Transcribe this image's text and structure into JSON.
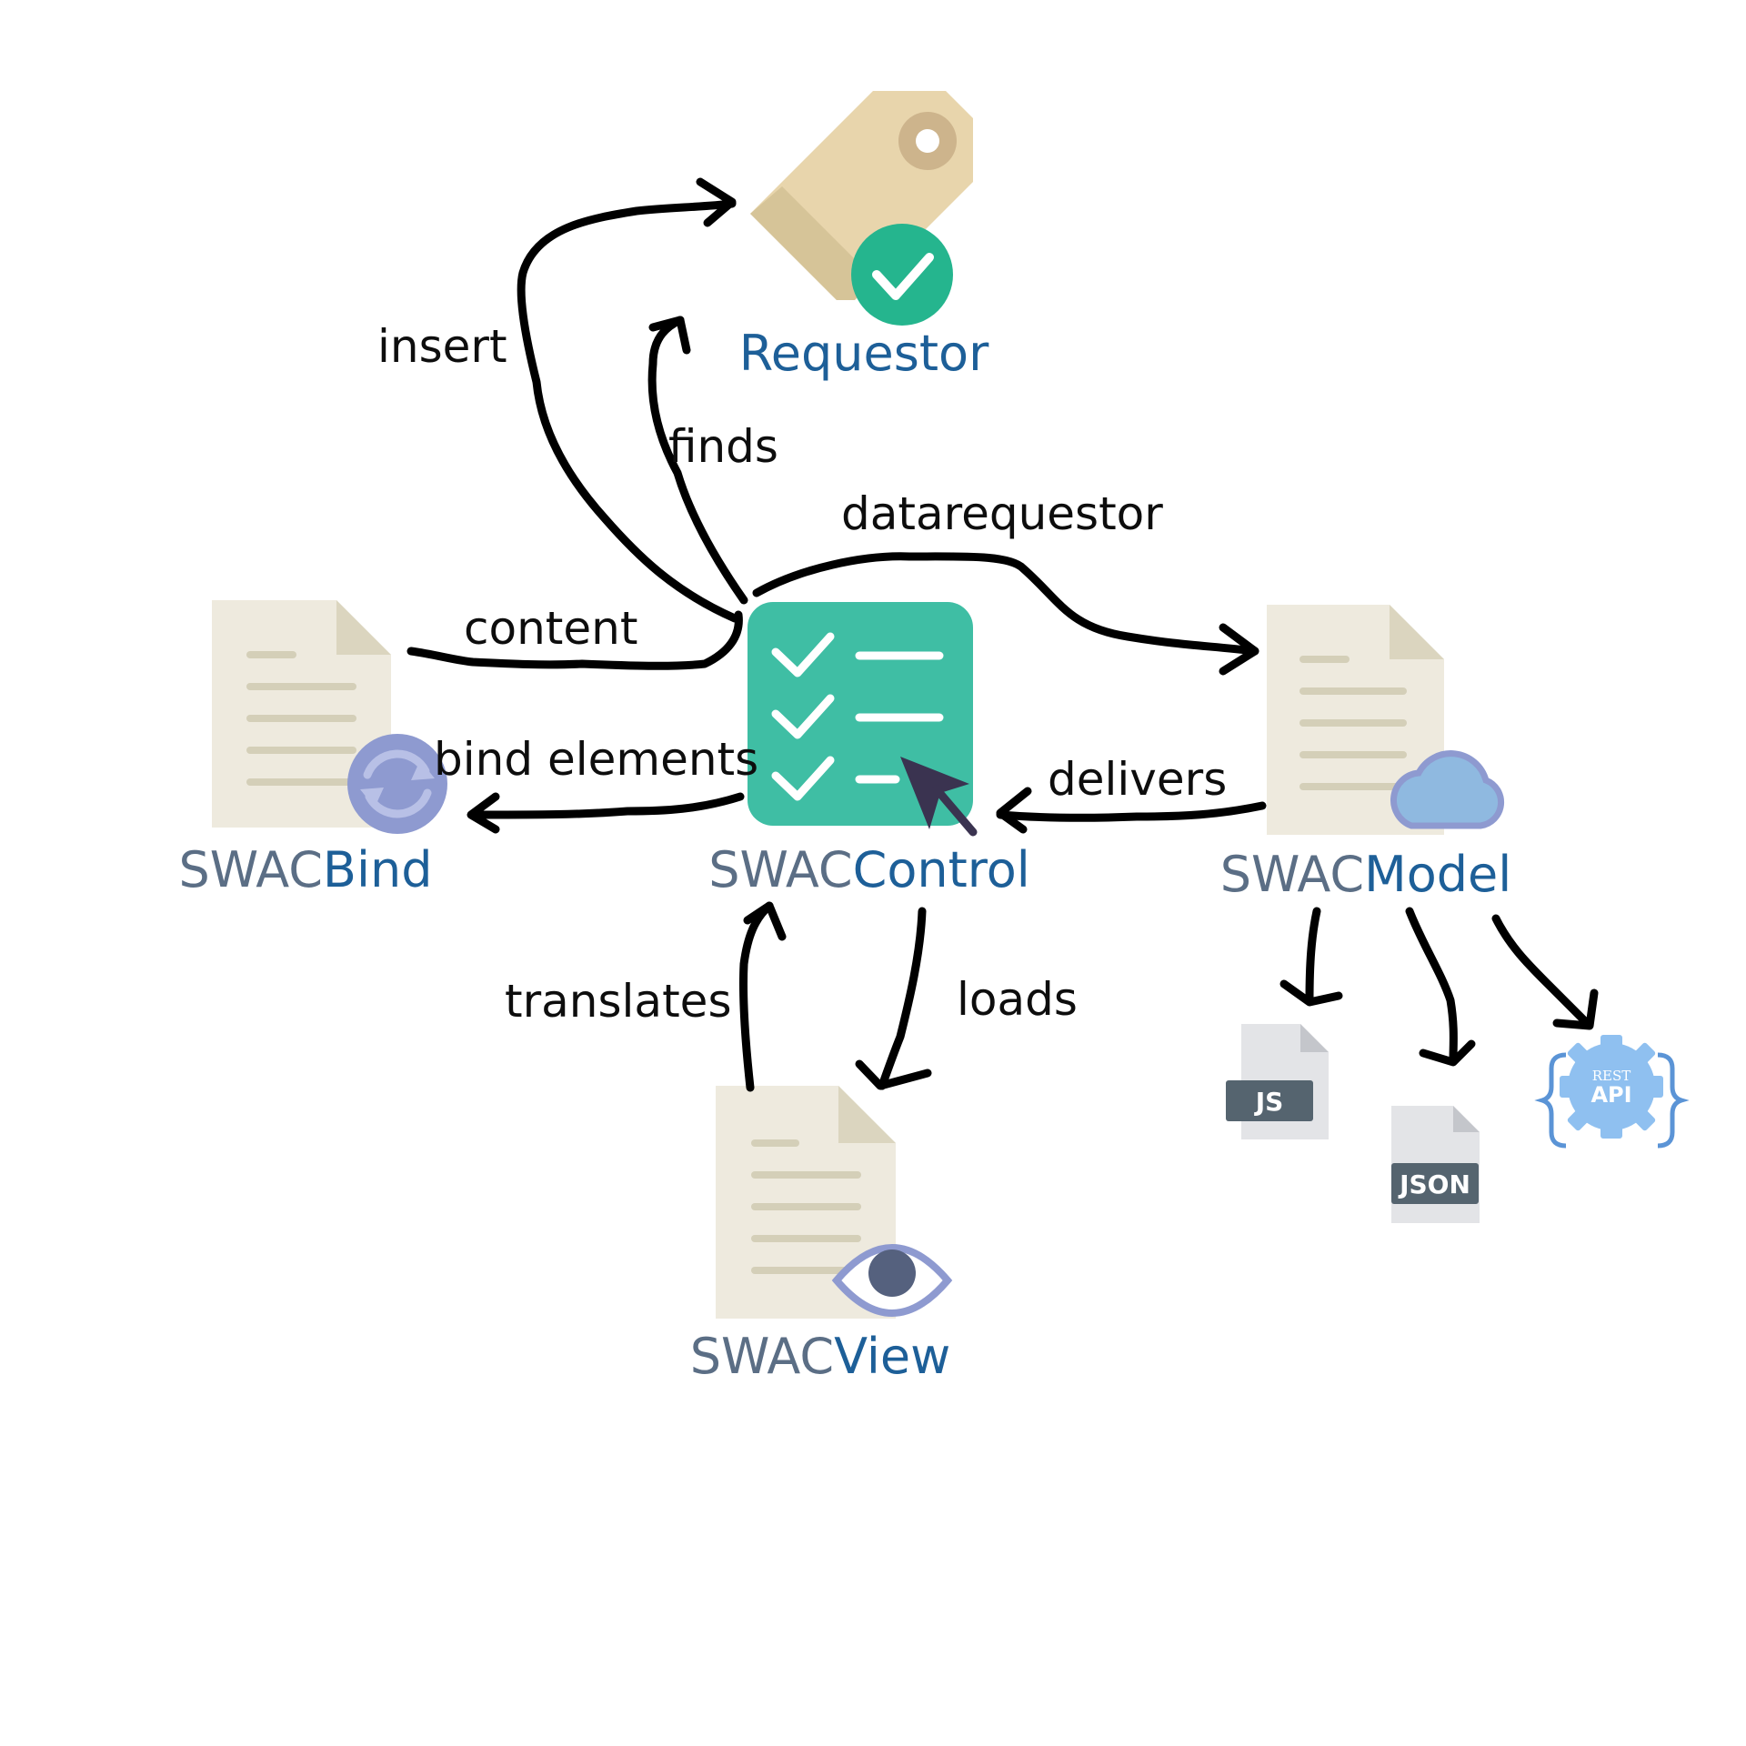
{
  "nodes": {
    "requestor": {
      "name": "Requestor"
    },
    "control": {
      "prefix": "SWAC",
      "name": "Control"
    },
    "bind": {
      "prefix": "SWAC",
      "name": "Bind"
    },
    "model": {
      "prefix": "SWAC",
      "name": "Model"
    },
    "view": {
      "prefix": "SWAC",
      "name": "View"
    }
  },
  "edges": {
    "insert": "insert",
    "finds": "finds",
    "datarequestor": "datarequestor",
    "content": "content",
    "bind_elements": "bind elements",
    "delivers": "delivers",
    "translates": "translates",
    "loads": "loads"
  },
  "files": {
    "js": "JS",
    "json": "JSON",
    "rest_top": "REST",
    "rest_bottom": "API"
  },
  "colors": {
    "prefix": "#5b6e85",
    "name": "#1d5f98",
    "tag": "#e8d5ac",
    "check_green": "#25b58e",
    "control_green": "#3fbea4",
    "document": "#eeeade",
    "doc_lines": "#d4cfb8",
    "bind_icon": "#8e9ad0",
    "cloud": "#8fb9e0",
    "eye": "#8e9ad0"
  },
  "icons": [
    "tag-icon",
    "check-icon",
    "checklist-icon",
    "cursor-icon",
    "document-icon",
    "sync-icon",
    "cloud-icon",
    "eye-icon",
    "js-file-icon",
    "json-file-icon",
    "rest-api-icon"
  ]
}
